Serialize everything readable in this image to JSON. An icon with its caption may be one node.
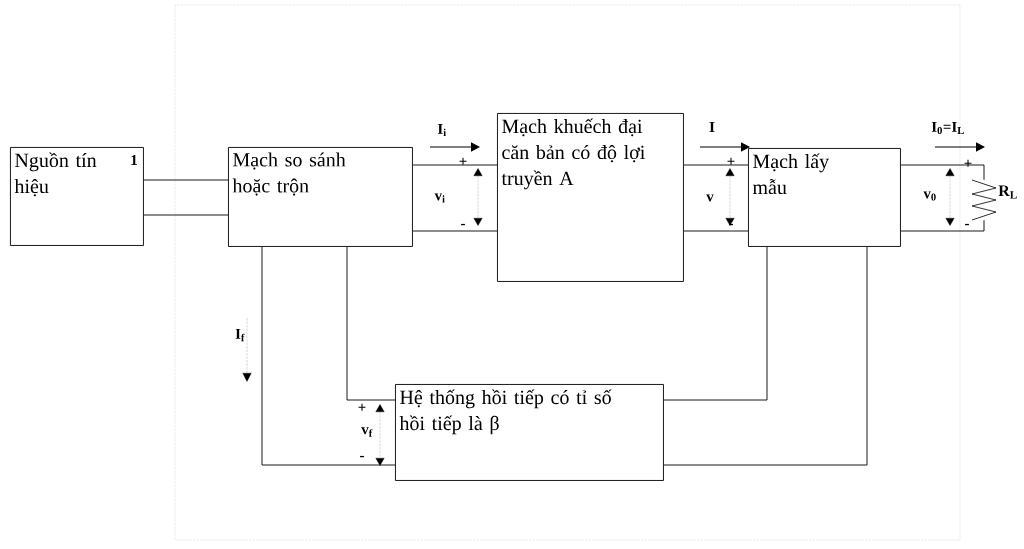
{
  "diagram": {
    "nodes": [
      {
        "text": [
          "Nguồn tín hiệu"
        ]
      },
      {
        "text": [
          "Mạch so sánh hoặc trộn"
        ]
      },
      {
        "text": [
          "Mạch khuếch đại căn bản có độ lợi truyền A"
        ]
      },
      {
        "text": [
          "Mạch lấy mẫu"
        ]
      },
      {
        "text": [
          "Hệ thống hồi tiếp có tỉ số hồi tiếp là β"
        ]
      },
      {
        "text": [],
        "shape": "resistor",
        "beside": [
          "R$_{L}$"
        ]
      }
    ],
    "edges": [
      {
        "from": 0,
        "to": 1,
        "arrow": "none"
      },
      {
        "from": 0,
        "to": 1,
        "arrow": "none"
      },
      {
        "from": 1,
        "to": 2,
        "arrow": "none"
      },
      {
        "from": 1,
        "to": 2,
        "arrow": "none"
      },
      {
        "from": 2,
        "to": 3,
        "arrow": "none"
      },
      {
        "from": 2,
        "to": 3,
        "arrow": "none"
      },
      {
        "from": 3,
        "to": 5,
        "arrow": "none"
      },
      {
        "from": 3,
        "to": 5,
        "arrow": "none"
      },
      {
        "from": 1,
        "to": 4,
        "arrow": "none"
      },
      {
        "from": 1,
        "to": 4,
        "arrow": "none"
      },
      {
        "from": 3,
        "to": 4,
        "arrow": "none"
      },
      {
        "from": 3,
        "to": 4,
        "arrow": "none"
      }
    ],
    "labels": [
      "1",
      "I$_{i}$",
      "+",
      "v$_{i}$",
      "-",
      "I",
      "+",
      "v",
      "-",
      "I$_{0}$=I$_{L}$",
      "+",
      "v$_{0}$",
      "-",
      "I$_{f}$",
      "+",
      "v$_{f}$",
      "-"
    ]
  }
}
